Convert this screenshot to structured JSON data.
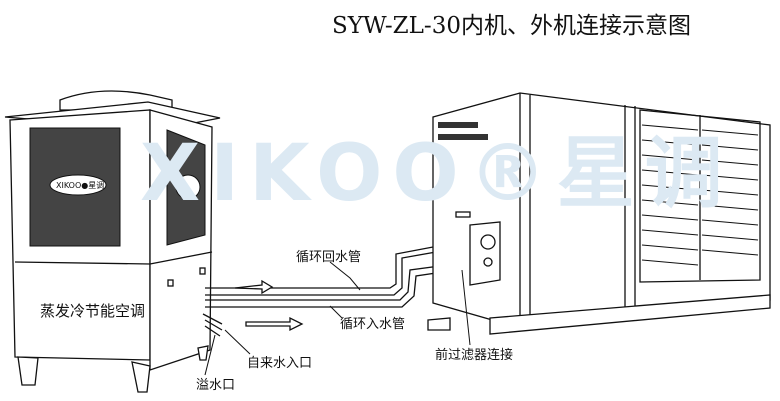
{
  "title": "SYW-ZL-30内机、外机连接示意图",
  "outdoor_unit": {
    "panel_text": "蒸发冷节能空调",
    "logo_text": "XIKOO●星调"
  },
  "watermark": {
    "text": "XIKOO®星调",
    "color": "#dce9f3"
  },
  "labels": {
    "return_pipe": "循环回水管",
    "supply_pipe": "循环入水管",
    "tap_water_inlet": "自来水入口",
    "overflow": "溢水口",
    "pre_filter": "前过滤器连接"
  }
}
